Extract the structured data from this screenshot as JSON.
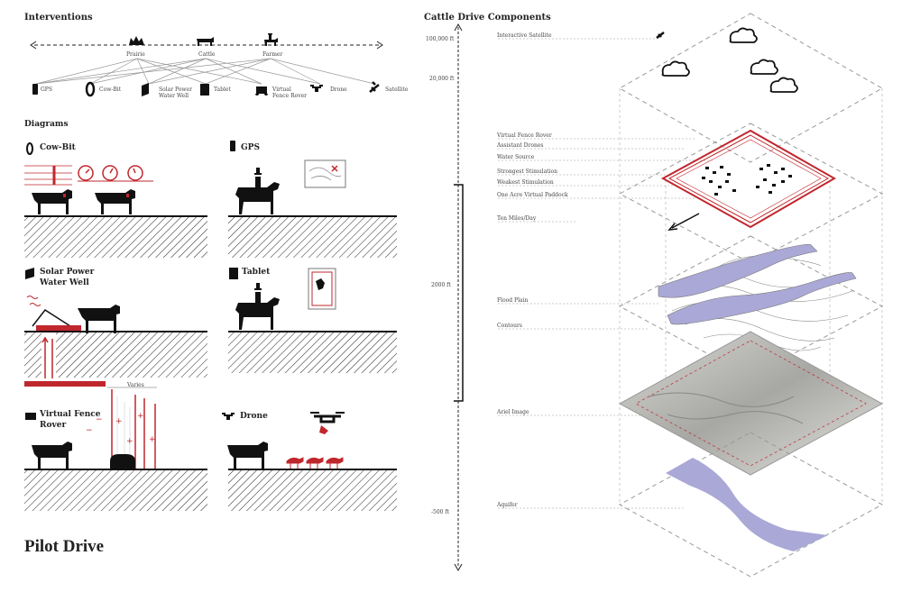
{
  "left": {
    "interventions_title": "Interventions",
    "top_nodes": [
      "Prairie",
      "Cattle",
      "Farmer"
    ],
    "bottom_nodes": [
      "GPS",
      "Cow-Bit",
      "Solar Power\nWater Well",
      "Tablet",
      "Virtual\nFence Rover",
      "Drone",
      "Satellite"
    ],
    "diagrams_title": "Diagrams",
    "diagram_labels": {
      "cowbit": "Cow-Bit",
      "gps": "GPS",
      "solar_1": "Solar Power",
      "solar_2": "Water Well",
      "tablet": "Tablet",
      "rover_1": "Virtual Fence",
      "rover_2": "Rover",
      "drone": "Drone",
      "varies": "Varies"
    },
    "page_title": "Pilot Drive"
  },
  "right": {
    "components_title": "Cattle Drive Components",
    "altitudes": [
      "100,000 ft",
      "20,000 ft",
      "2000 ft",
      "-500 ft"
    ],
    "layer_labels": {
      "satellite": "Interactive Satellite",
      "rover": "Virtual Fence Rover",
      "drones": "Assistant Drones",
      "water": "Water Source",
      "strong": "Strongest Stimulation",
      "weak": "Weakest Stimulation",
      "paddock": "One Acre Virtual Paddock",
      "tenmiles": "Ten Miles/Day",
      "flood": "Flood Plain",
      "contours": "Contours",
      "aerial": "Ariel Image",
      "aquifer": "Aquifer"
    }
  },
  "colors": {
    "accent": "#c0272d",
    "aquifer": "#aaa8d6",
    "ink": "#111111"
  }
}
